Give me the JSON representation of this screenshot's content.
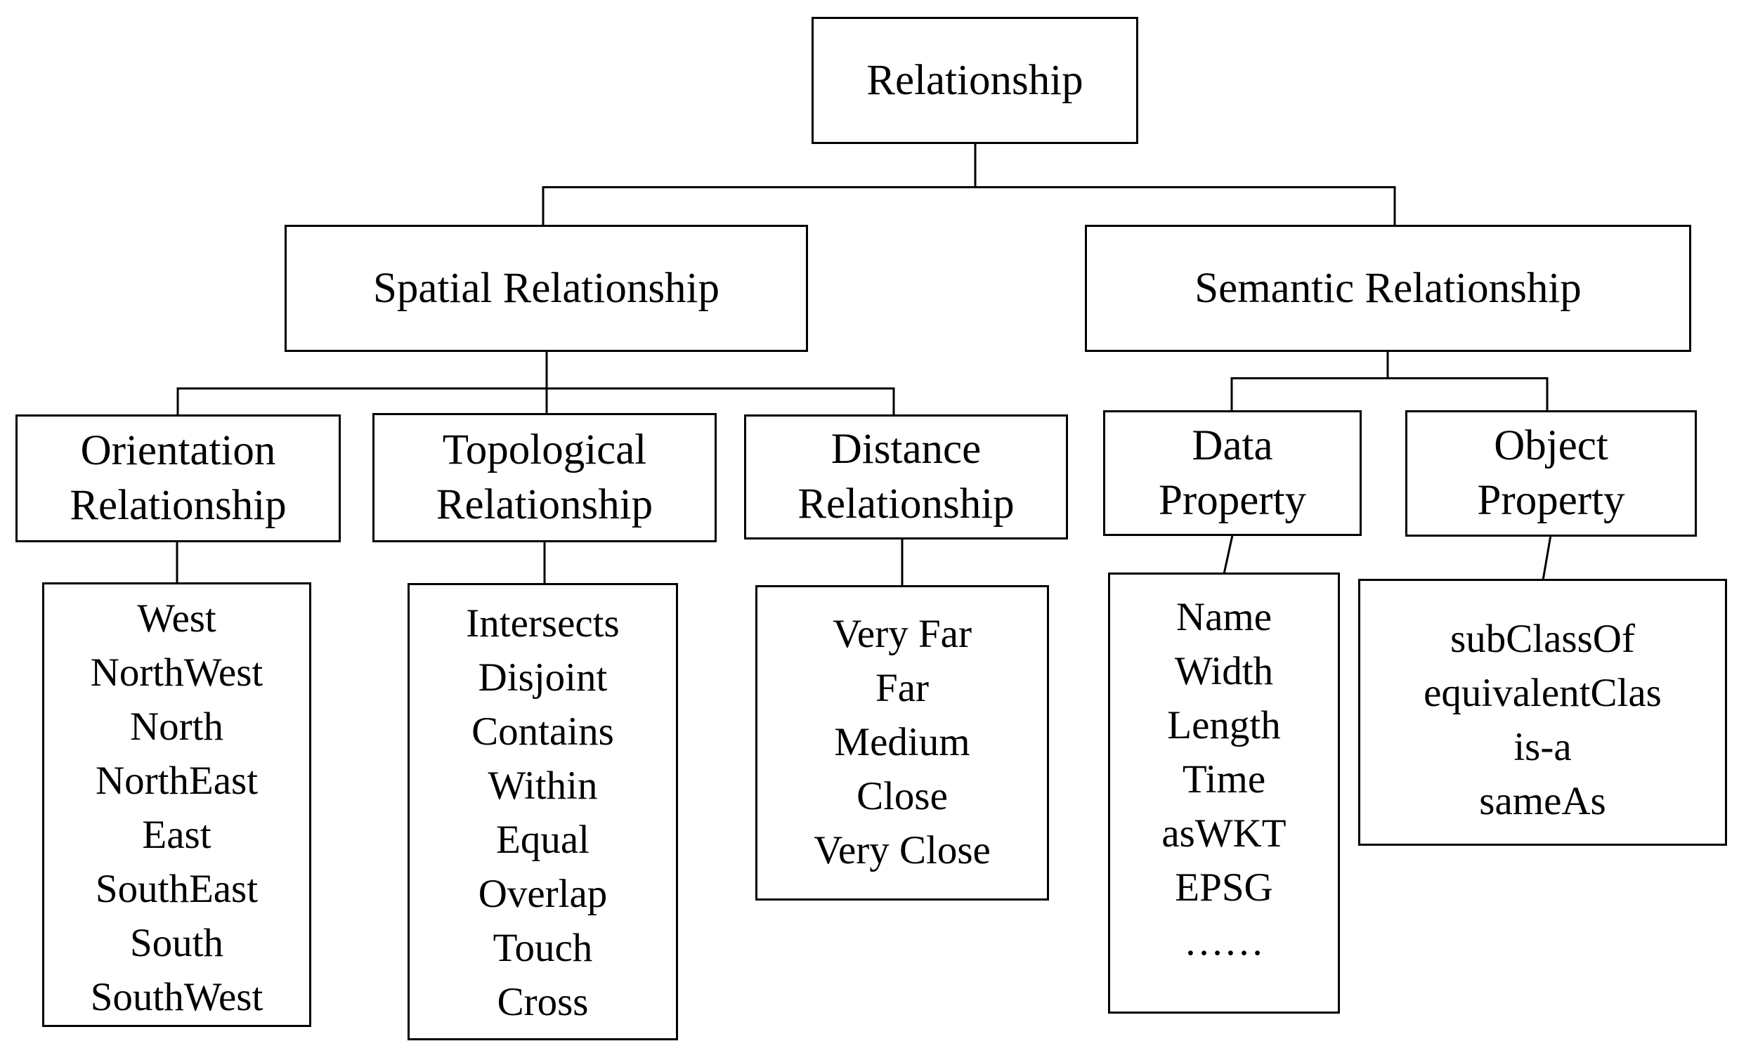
{
  "diagram": {
    "title": "Relationship hierarchy",
    "colors": {
      "line": "#000000",
      "text": "#000000",
      "background": "#ffffff"
    },
    "nodes": {
      "relationship": {
        "label": "Relationship"
      },
      "spatial": {
        "label": "Spatial Relationship"
      },
      "semantic": {
        "label": "Semantic Relationship"
      },
      "orientation": {
        "title_lines": [
          "Orientation",
          "Relationship"
        ],
        "items": [
          "West",
          "NorthWest",
          "North",
          "NorthEast",
          "East",
          "SouthEast",
          "South",
          "SouthWest"
        ]
      },
      "topological": {
        "title_lines": [
          "Topological",
          "Relationship"
        ],
        "items": [
          "Intersects",
          "Disjoint",
          "Contains",
          "Within",
          "Equal",
          "Overlap",
          "Touch",
          "Cross"
        ]
      },
      "distance": {
        "title_lines": [
          "Distance",
          "Relationship"
        ],
        "items": [
          "Very Far",
          "Far",
          "Medium",
          "Close",
          "Very Close"
        ]
      },
      "data_property": {
        "title_lines": [
          "Data",
          "Property"
        ],
        "items": [
          "Name",
          "Width",
          "Length",
          "Time",
          "asWKT",
          "EPSG",
          "……"
        ]
      },
      "object_property": {
        "title_lines": [
          "Object",
          "Property"
        ],
        "items": [
          "subClassOf",
          "equivalentClas",
          "is-a",
          "sameAs"
        ]
      }
    }
  }
}
